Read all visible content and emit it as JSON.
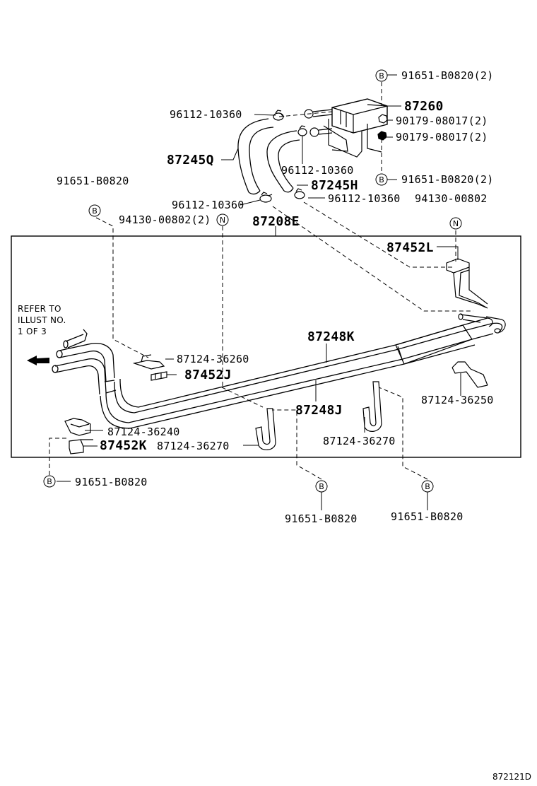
{
  "labels": {
    "b_top": "91651-B0820(2)",
    "p87260": "87260",
    "clamp_top": "96112-10360",
    "nut1": "90179-08017(2)",
    "nut2": "90179-08017(2)",
    "hose_q": "87245Q",
    "clamp_mid": "96112-10360",
    "b_mid": "91651-B0820(2)",
    "b_left_top": "91651-B0820",
    "hose_h": "87245H",
    "clamp_left": "96112-10360",
    "clamp_right": "96112-10360",
    "n_right": "94130-00802",
    "n_left": "94130-00802(2)",
    "p87208": "87208E",
    "p87452l": "87452L",
    "p87248k": "87248K",
    "p87124_36260": "87124-36260",
    "p87452j": "87452J",
    "p87248j": "87248J",
    "p87124_36250": "87124-36250",
    "p87124_36240": "87124-36240",
    "p87452k": "87452K",
    "p87124_36270a": "87124-36270",
    "p87124_36270b": "87124-36270",
    "b_bottom_left": "91651-B0820",
    "b_bottom_mid": "91651-B0820",
    "b_bottom_right": "91651-B0820"
  },
  "note": {
    "line1": "REFER TO",
    "line2": "ILLUST NO.",
    "line3": "1 OF 3"
  },
  "markers": {
    "b": "B",
    "n": "N"
  },
  "illustration_code": "872121D"
}
